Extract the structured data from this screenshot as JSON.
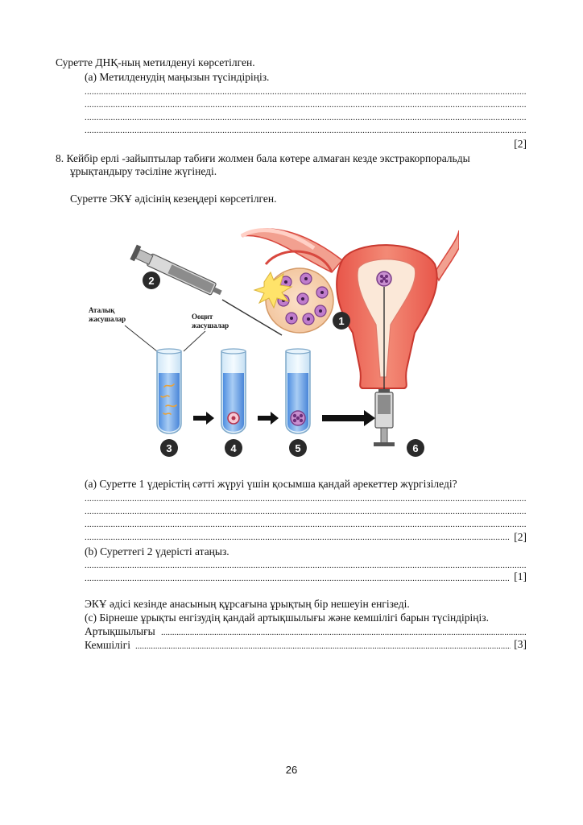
{
  "q7": {
    "intro": "Суретте ДНҚ-ның метилденуі көрсетілген.",
    "part_a": "(a)  Метилденудің маңызын түсіндіріңіз.",
    "marks": "[2]"
  },
  "q8": {
    "stem_line1": "8. Кейбір ерлі -зайыптылар табиғи жолмен бала көтере алмаған кезде экстракорпоральды",
    "stem_line2": "ұрықтандыру тәсіліне жүгінеді.",
    "figure_caption": "Суретте ЭКҰ әдісінің кезеңдері көрсетілген.",
    "figure": {
      "label_sperm": [
        "Аталық",
        "жасушалар"
      ],
      "label_oocyte": [
        "Ооцит",
        "жасушалар"
      ],
      "step_numbers": [
        "1",
        "2",
        "3",
        "4",
        "5",
        "6"
      ]
    },
    "part_a": "(a) Суретте 1 үдерістің сәтті жүруі үшін қосымша қандай әрекеттер жүргізіледі?",
    "part_a_marks": "[2]",
    "part_b": "(b) Суреттегі 2 үдерісті атаңыз.",
    "part_b_marks": "[1]",
    "part_c_intro": "ЭКҰ әдісі кезінде анасының құрсағына ұрықтың бір нешеуін енгізеді.",
    "part_c": "(c) Бірнеше ұрықты енгізудің қандай артықшылығы және кемшілігі барын түсіндіріңіз.",
    "advantage_label": "Артықшылығы",
    "disadvantage_label": "Кемшілігі",
    "part_c_marks": "[3]"
  },
  "page_number": "26"
}
